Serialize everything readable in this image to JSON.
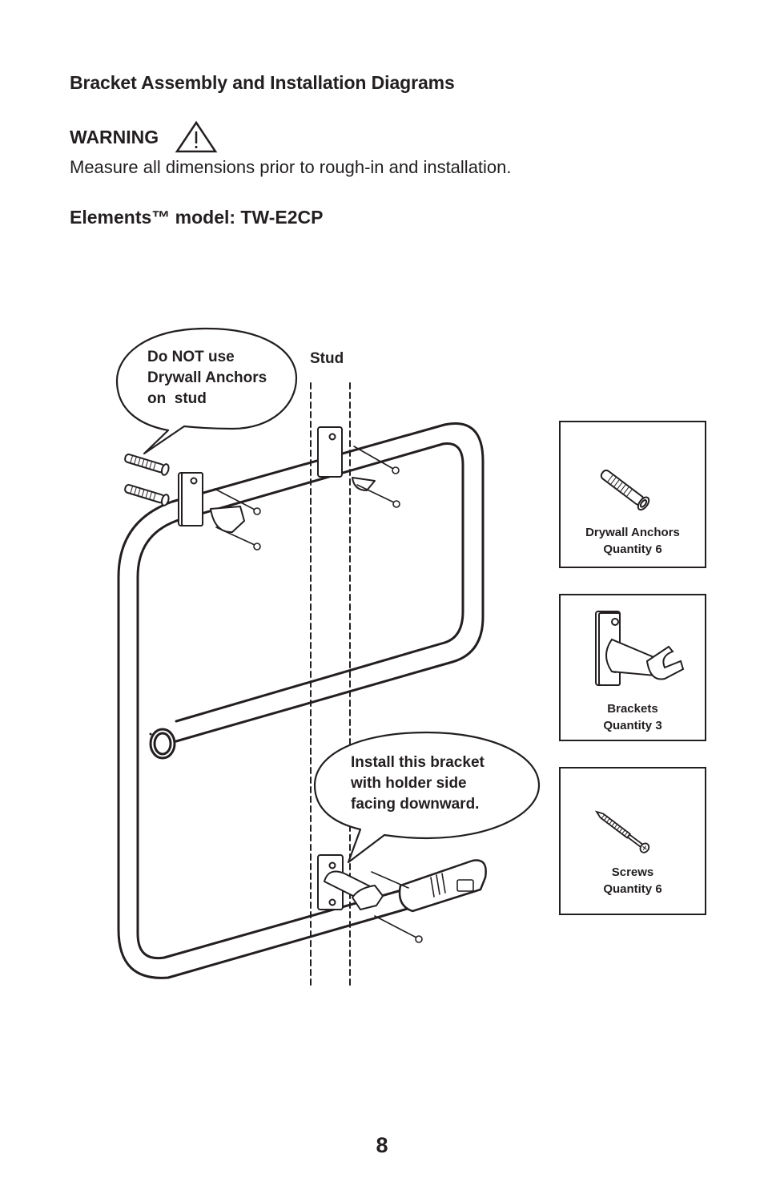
{
  "page": {
    "heading": "Bracket Assembly and Installation Diagrams",
    "warning": {
      "label": "WARNING",
      "icon": "warning-triangle-icon",
      "text": "Measure all dimensions prior to rough-in and installation."
    },
    "model_line": "Elements™ model: TW-E2CP",
    "page_number": "8"
  },
  "diagram": {
    "callout_top": [
      "Do NOT use",
      "Drywall Anchors",
      "on  stud"
    ],
    "stud_label": "Stud",
    "callout_bottom": [
      "Install this bracket",
      "with holder side",
      "facing downward."
    ]
  },
  "parts": [
    {
      "icon": "drywall-anchor-icon",
      "name": "Drywall Anchors",
      "quantity": "Quantity 6"
    },
    {
      "icon": "bracket-icon",
      "name": "Brackets",
      "quantity": "Quantity 3"
    },
    {
      "icon": "screw-icon",
      "name": "Screws",
      "quantity": "Quantity 6"
    }
  ]
}
